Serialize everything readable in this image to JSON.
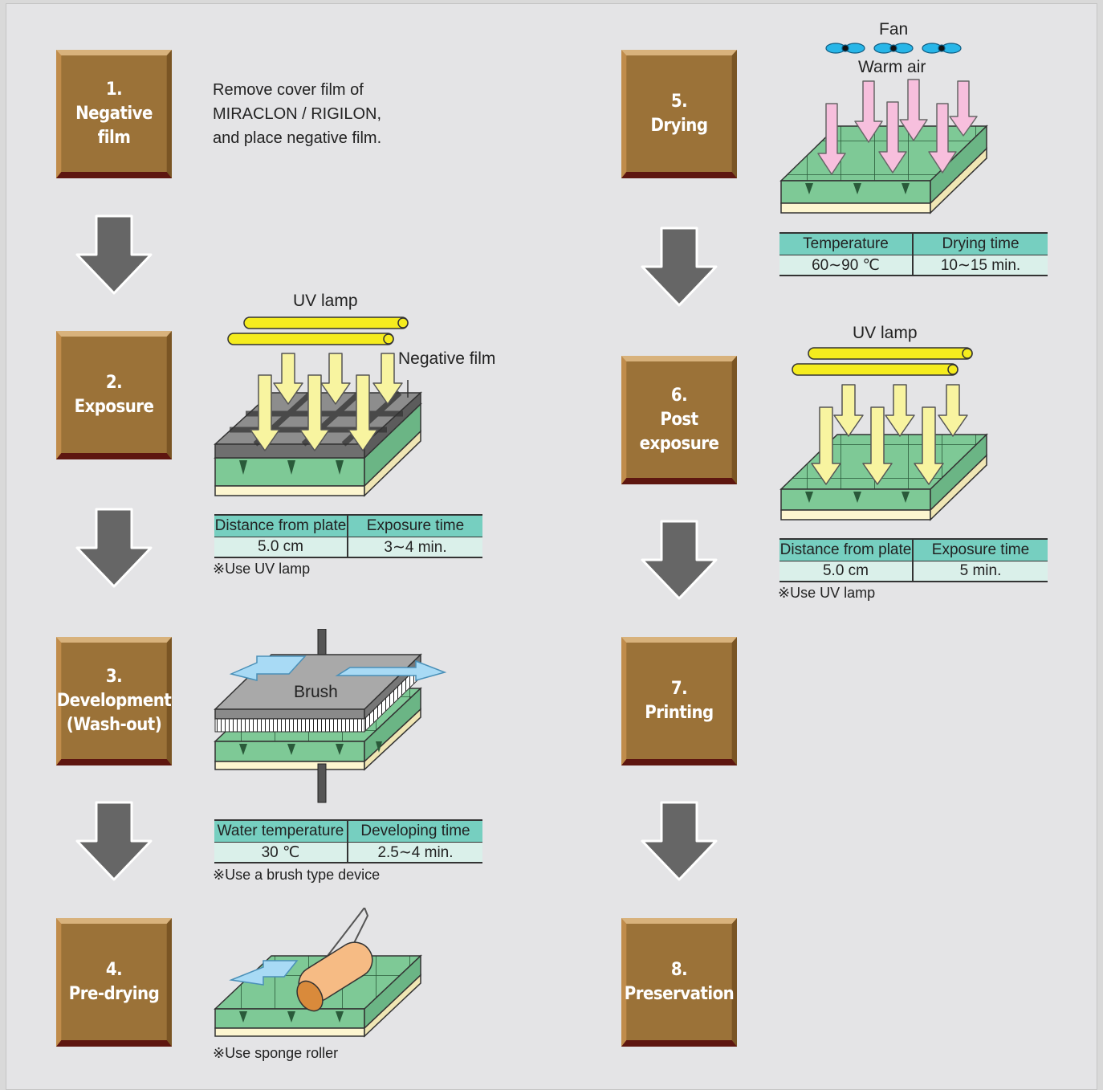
{
  "steps": [
    {
      "number": "1.",
      "lines": [
        "Negative",
        "film"
      ]
    },
    {
      "number": "2.",
      "lines": [
        "Exposure"
      ]
    },
    {
      "number": "3.",
      "lines": [
        "Development",
        "(Wash-out)"
      ]
    },
    {
      "number": "4.",
      "lines": [
        "Pre-drying"
      ]
    },
    {
      "number": "5.",
      "lines": [
        "Drying"
      ]
    },
    {
      "number": "6.",
      "lines": [
        "Post",
        "exposure"
      ]
    },
    {
      "number": "7.",
      "lines": [
        "Printing"
      ]
    },
    {
      "number": "8.",
      "lines": [
        "Preservation"
      ]
    }
  ],
  "step1": {
    "description": [
      "Remove cover film of",
      "MIRACLON / RIGILON,",
      "and place negative film."
    ]
  },
  "step2": {
    "uv_lamp_label": "UV lamp",
    "negative_film_label": "Negative film",
    "table": {
      "headers": [
        "Distance from plate",
        "Exposure time"
      ],
      "values": [
        "5.0 cm",
        "3∼4 min."
      ]
    },
    "note": "※Use UV lamp"
  },
  "step3": {
    "brush_label": "Brush",
    "table": {
      "headers": [
        "Water temperature",
        "Developing time"
      ],
      "values": [
        "30 ℃",
        "2.5∼4 min."
      ]
    },
    "note": "※Use a brush type device"
  },
  "step4": {
    "note": "※Use sponge roller"
  },
  "step5": {
    "fan_label": "Fan",
    "warm_air_label": "Warm air",
    "table": {
      "headers": [
        "Temperature",
        "Drying time"
      ],
      "values": [
        "60∼90 ℃",
        "10∼15 min."
      ]
    }
  },
  "step6": {
    "uv_lamp_label": "UV lamp",
    "table": {
      "headers": [
        "Distance from plate",
        "Exposure time"
      ],
      "values": [
        "5.0 cm",
        "5 min."
      ]
    },
    "note": "※Use UV lamp"
  },
  "colors": {
    "step_box": "#9b7238",
    "plate_green": "#7ec996",
    "table_header": "#76cfc0",
    "table_cell": "#daf0ea",
    "uv_lamp": "#f5ec1e",
    "uv_arrow": "#f8f4a0",
    "air_arrow": "#f7bfdd",
    "fan": "#28b6e8",
    "flow_arrow": "#666666"
  }
}
